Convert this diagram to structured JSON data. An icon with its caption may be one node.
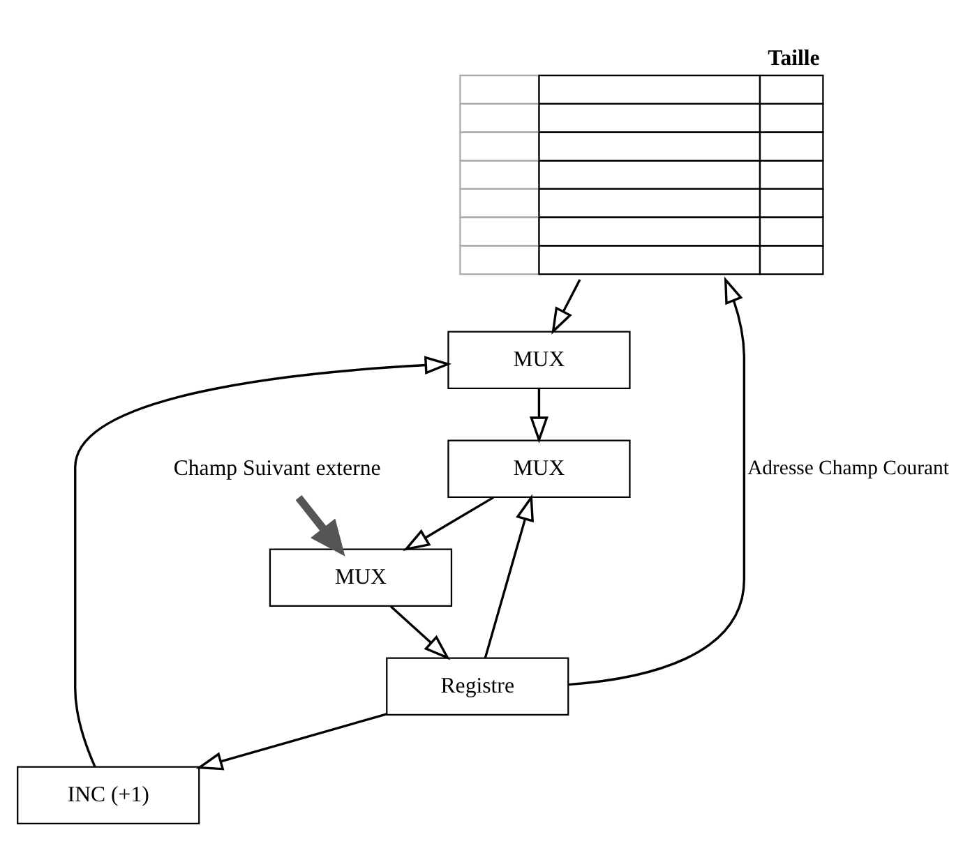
{
  "diagram": {
    "nodes": [
      {
        "text": [
          "Taille"
        ]
      },
      {
        "text": [
          "INC (+1)"
        ]
      },
      {
        "text": [
          "MUX"
        ]
      },
      {
        "text": [
          "MUX"
        ]
      },
      {
        "text": [
          "Champ Suivant externe"
        ]
      },
      {
        "text": [
          "MUX"
        ]
      },
      {
        "text": [
          "Registre"
        ]
      }
    ],
    "edges": [
      {
        "from": 6,
        "to": 0,
        "arrow": "to",
        "label": "Adresse Champ Courant"
      },
      {
        "from": 6,
        "to": 1,
        "arrow": "to"
      },
      {
        "from": 6,
        "to": 3,
        "arrow": "to"
      },
      {
        "from": 1,
        "to": 2,
        "arrow": "to"
      },
      {
        "from": 0,
        "to": 2,
        "arrow": "to"
      },
      {
        "from": 2,
        "to": 3,
        "arrow": "to"
      },
      {
        "from": 3,
        "to": 5,
        "arrow": "to"
      },
      {
        "from": 4,
        "to": 5,
        "arrow": "to",
        "style": "thick",
        "color": "#555555"
      },
      {
        "from": 5,
        "to": 6,
        "arrow": "to"
      }
    ]
  }
}
